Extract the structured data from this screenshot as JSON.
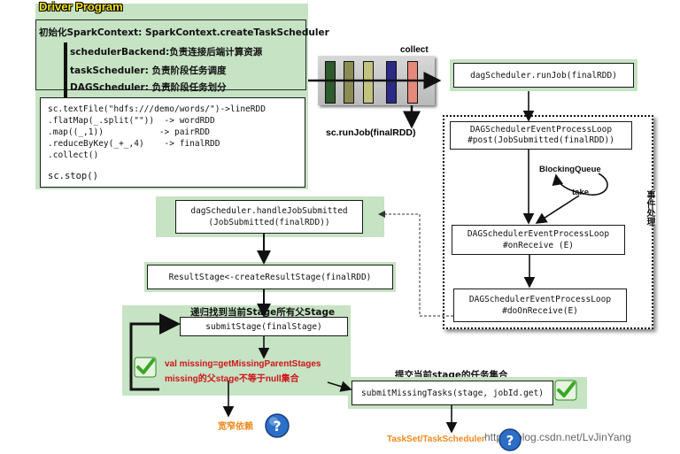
{
  "driver": {
    "title": "Driver Program",
    "init_line": "初始化SparkContext:  SparkContext.createTaskScheduler",
    "items": [
      "schedulerBackend:负责连接后端计算资源",
      "taskScheduler:  负责阶段任务调度",
      "DAGScheduler: 负责阶段任务划分"
    ],
    "code": [
      "sc.textFile(\"hdfs:///demo/words/\")->lineRDD",
      ".flatMap(_.split(\"\"))  -> wordRDD",
      ".map((_,1))           -> pairRDD",
      ".reduceByKey(_+_,4)    -> finalRDD",
      ".collect()"
    ],
    "stop": "sc.stop()"
  },
  "collect": {
    "label": "collect",
    "run_job": "sc.runJob(finalRDD)",
    "bar_colors": [
      "#2e5a2c",
      "#8a8c54",
      "#c2c47e",
      "#2b2a86",
      "#e58a7a"
    ]
  },
  "dag_run_job": "dagScheduler.runJob(finalRDD)",
  "event_loop": {
    "post": [
      "DAGSchedulerEventProcessLoop",
      "#post(JobSubmitted(finalRDD))"
    ],
    "queue": "BlockingQueue",
    "take": "take",
    "on_receive": [
      "DAGSchedulerEventProcessLoop",
      "#onReceive (E)"
    ],
    "do_on_receive": [
      "DAGSchedulerEventProcessLoop",
      "#doOnReceive(E)"
    ],
    "side_label": "事件处理"
  },
  "handle_job": [
    "dagScheduler.handleJobSubmitted",
    "(JobSubmitted(finalRDD))"
  ],
  "result_stage": "ResultStage<-createResultStage(finalRDD)",
  "submit_stage": {
    "caption": "递归找到当前Stage所有父Stage",
    "call": "submitStage(finalStage)",
    "missing_1": "val missing=getMissingParentStages",
    "missing_2": "missing的父stage不等于null集合",
    "wide_dep": "宽窄依赖"
  },
  "submit_tasks": {
    "caption": "提交当前stage的任务集合",
    "call": "submitMissingTasks(stage, jobId.get)",
    "task_set": "TaskSet/TaskScheduler"
  },
  "watermark": "https://blog.csdn.net/LvJinYang",
  "colors": {
    "panel_green": "#c6e3c4",
    "accent_red": "#d0141a",
    "accent_orange": "#f08a1e",
    "help_blue": "#2b6fc8",
    "check_green": "#3aa626"
  }
}
